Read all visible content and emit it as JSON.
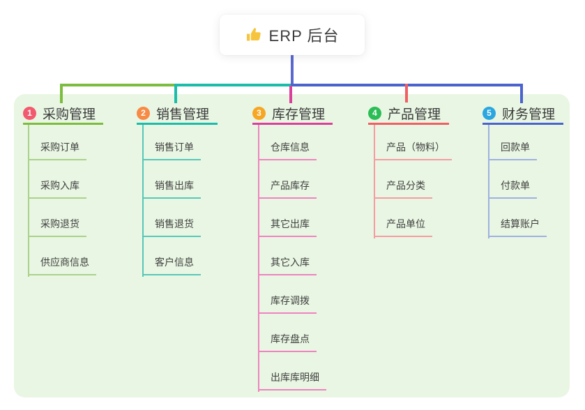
{
  "root": {
    "title": "ERP 后台",
    "icon": "thumbs-up-icon",
    "icon_color": "#f7c53d",
    "connector_color": "#5a68cf"
  },
  "panel": {
    "background": "#e9f6e3"
  },
  "branches": [
    {
      "number": "1",
      "title": "采购管理",
      "badge_color": "#f25b6f",
      "line_color": "#7cbd3f",
      "light_color": "#a9d28a",
      "items": [
        "采购订单",
        "采购入库",
        "采购退货",
        "供应商信息"
      ]
    },
    {
      "number": "2",
      "title": "销售管理",
      "badge_color": "#f78a45",
      "line_color": "#1cbcaa",
      "light_color": "#56c7b9",
      "items": [
        "销售订单",
        "销售出库",
        "销售退货",
        "客户信息"
      ]
    },
    {
      "number": "3",
      "title": "库存管理",
      "badge_color": "#f6a623",
      "line_color": "#dc3e9c",
      "light_color": "#ee83c0",
      "items": [
        "仓库信息",
        "产品库存",
        "其它出库",
        "其它入库",
        "库存调拨",
        "库存盘点",
        "出库库明细"
      ]
    },
    {
      "number": "4",
      "title": "产品管理",
      "badge_color": "#2dbd57",
      "line_color": "#f15e63",
      "light_color": "#f59ca1",
      "items": [
        "产品（物料）",
        "产品分类",
        "产品单位"
      ]
    },
    {
      "number": "5",
      "title": "财务管理",
      "badge_color": "#2aa6e0",
      "line_color": "#4a63cd",
      "light_color": "#9db1e0",
      "items": [
        "回款单",
        "付款单",
        "结算账户"
      ]
    }
  ]
}
